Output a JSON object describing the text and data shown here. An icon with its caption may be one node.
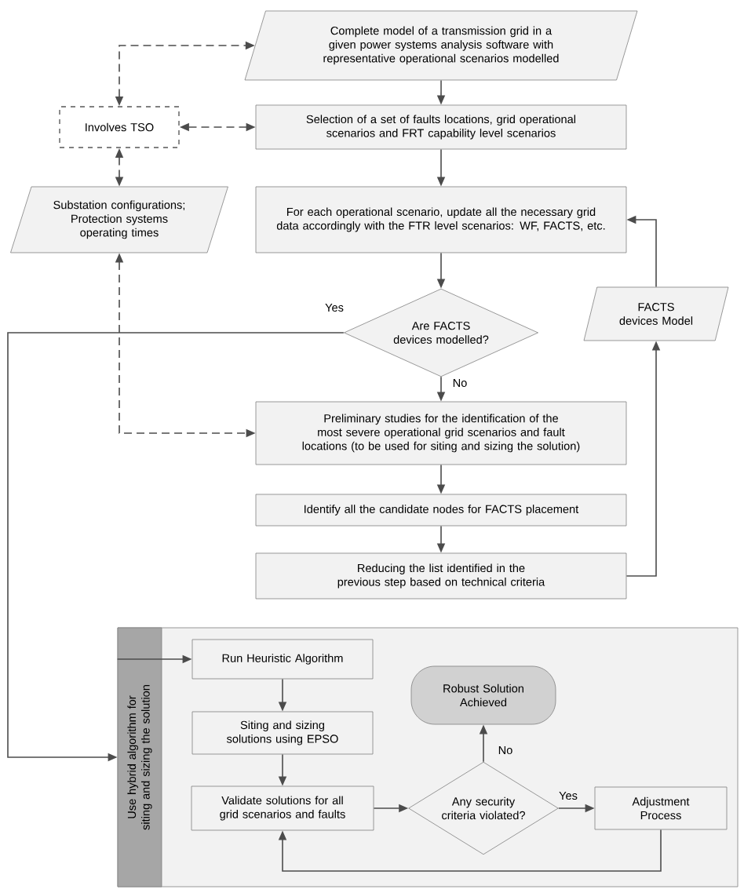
{
  "diagram": {
    "nodes": [
      {
        "text": [
          "Complete model of a transmission grid in a given power systems analysis software with representative operational scenarios modelled"
        ]
      },
      {
        "text": [
          "Involves TSO"
        ]
      },
      {
        "text": [
          "Selection of a set of faults locations, grid operational scenarios and  FRT capability level scenarios"
        ]
      },
      {
        "text": [
          "Substation configurations; Protection systems operating times"
        ]
      },
      {
        "text": [
          "For each operational scenario, update all the necessary grid data accordingly with the FTR level scenarios: WF, FACTS, etc."
        ]
      },
      {
        "text": [
          "Are FACTS devices modelled?"
        ]
      },
      {
        "text": [
          "FACTS devices Model"
        ]
      },
      {
        "text": [
          "Preliminary studies for the identification of the most severe operational grid scenarios and fault locations (to be used for  siting and sizing the solution)"
        ]
      },
      {
        "text": [
          "Identify all the candidate nodes for FACTS placement"
        ]
      },
      {
        "text": [
          "Reducing  the list identified in the previous step based on technical criteria"
        ]
      },
      {
        "text": [
          "Use hybrid algorithm for siting and sizing the solution"
        ]
      },
      {
        "text": [
          "Run Heuristic Algorithm"
        ],
        "in": 10
      },
      {
        "text": [
          "Siting and sizing solutions using EPSO"
        ],
        "in": 10
      },
      {
        "text": [
          "Validate solutions for all grid scenarios and faults"
        ],
        "in": 10
      },
      {
        "text": [
          "Any security criteria violated?"
        ],
        "in": 10
      },
      {
        "text": [
          "Robust Solution Achieved"
        ],
        "in": 10
      },
      {
        "text": [
          "Adjustment Process"
        ],
        "in": 10
      }
    ],
    "edges": [
      {
        "from": 0,
        "to": 2,
        "arrow": "to"
      },
      {
        "from": 2,
        "to": 4,
        "arrow": "to"
      },
      {
        "from": 4,
        "to": 5,
        "arrow": "to"
      },
      {
        "from": 5,
        "to": 7,
        "arrow": "to",
        "label": "No"
      },
      {
        "from": 5,
        "to": 10,
        "arrow": "to",
        "label": "Yes"
      },
      {
        "from": 7,
        "to": 8,
        "arrow": "to"
      },
      {
        "from": 8,
        "to": 9,
        "arrow": "to"
      },
      {
        "from": 9,
        "to": 6,
        "arrow": "to"
      },
      {
        "from": 6,
        "to": 4,
        "arrow": "to"
      },
      {
        "from": 1,
        "to": 0,
        "arrow": "both",
        "style": "dashed"
      },
      {
        "from": 1,
        "to": 2,
        "arrow": "both",
        "style": "dashed"
      },
      {
        "from": 1,
        "to": 3,
        "arrow": "both",
        "style": "dashed"
      },
      {
        "from": 3,
        "to": 7,
        "arrow": "both",
        "style": "dashed"
      },
      {
        "from": 10,
        "to": 11,
        "arrow": "to"
      },
      {
        "from": 11,
        "to": 12,
        "arrow": "to"
      },
      {
        "from": 12,
        "to": 13,
        "arrow": "to"
      },
      {
        "from": 13,
        "to": 14,
        "arrow": "to"
      },
      {
        "from": 14,
        "to": 15,
        "arrow": "to",
        "label": "No"
      },
      {
        "from": 14,
        "to": 16,
        "arrow": "to",
        "label": "Yes"
      },
      {
        "from": 16,
        "to": 13,
        "arrow": "to"
      }
    ]
  }
}
